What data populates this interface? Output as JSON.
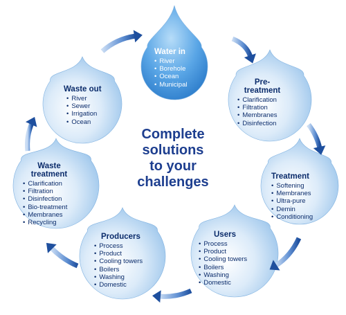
{
  "center": {
    "line1": "Complete",
    "line2": "solutions",
    "line3": "to your",
    "line4": "challenges"
  },
  "stages": [
    {
      "id": "water-in",
      "title": "Water in",
      "items": [
        "River",
        "Borehole",
        "Ocean",
        "Municipal"
      ],
      "highlight": true
    },
    {
      "id": "pre-treatment",
      "title": "Pre-\ntreatment",
      "items": [
        "Clarification",
        "Filtration",
        "Membranes",
        "Disinfection"
      ]
    },
    {
      "id": "treatment",
      "title": "Treatment",
      "items": [
        "Softening",
        "Membranes",
        "Ultra-pure",
        "Demin",
        "Conditioning"
      ]
    },
    {
      "id": "users",
      "title": "Users",
      "items": [
        "Process",
        "Product",
        "Cooling towers",
        "Boilers",
        "Washing",
        "Domestic"
      ]
    },
    {
      "id": "producers",
      "title": "Producers",
      "items": [
        "Process",
        "Product",
        "Cooling towers",
        "Boilers",
        "Washing",
        "Domestic"
      ]
    },
    {
      "id": "waste-treatment",
      "title": "Waste\ntreatment",
      "items": [
        "Clarification",
        "Filtration",
        "Disinfection",
        "Bio-treatment",
        "Membranes",
        "Recycling"
      ]
    },
    {
      "id": "waste-out",
      "title": "Waste out",
      "items": [
        "River",
        "Sewer",
        "Irrigation",
        "Ocean"
      ]
    }
  ],
  "colors": {
    "drop_light": "#dcebf9",
    "drop_mid": "#a9cdee",
    "drop_edge": "#7fb1e0",
    "highlight_light": "#8fc3f0",
    "highlight_dark": "#1e6fc2",
    "arrow_light": "#8fb5e6",
    "arrow_dark": "#1e4f9e",
    "text": "#0b2c6b",
    "center_text": "#1d3e8f"
  },
  "icons": {
    "arrow": "curved-arrow-icon",
    "drop": "water-drop-icon"
  }
}
